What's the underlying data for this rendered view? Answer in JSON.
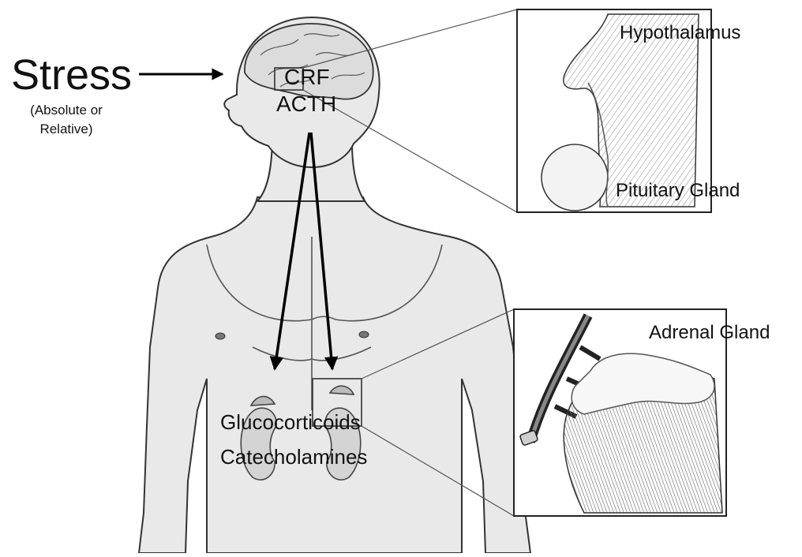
{
  "diagram": {
    "stress_title": "Stress",
    "stress_subtitle_line1": "(Absolute or",
    "stress_subtitle_line2": "Relative)",
    "brain_label_crf": "CRF",
    "brain_label_acth": "ACTH",
    "inset_top_label_hypothalamus": "Hypothalamus",
    "inset_top_label_pituitary": "Pituitary Gland",
    "inset_bottom_label_adrenal": "Adrenal Gland",
    "body_label_glucocorticoids": "Glucocorticoids",
    "body_label_catecholamines": "Catecholamines"
  }
}
